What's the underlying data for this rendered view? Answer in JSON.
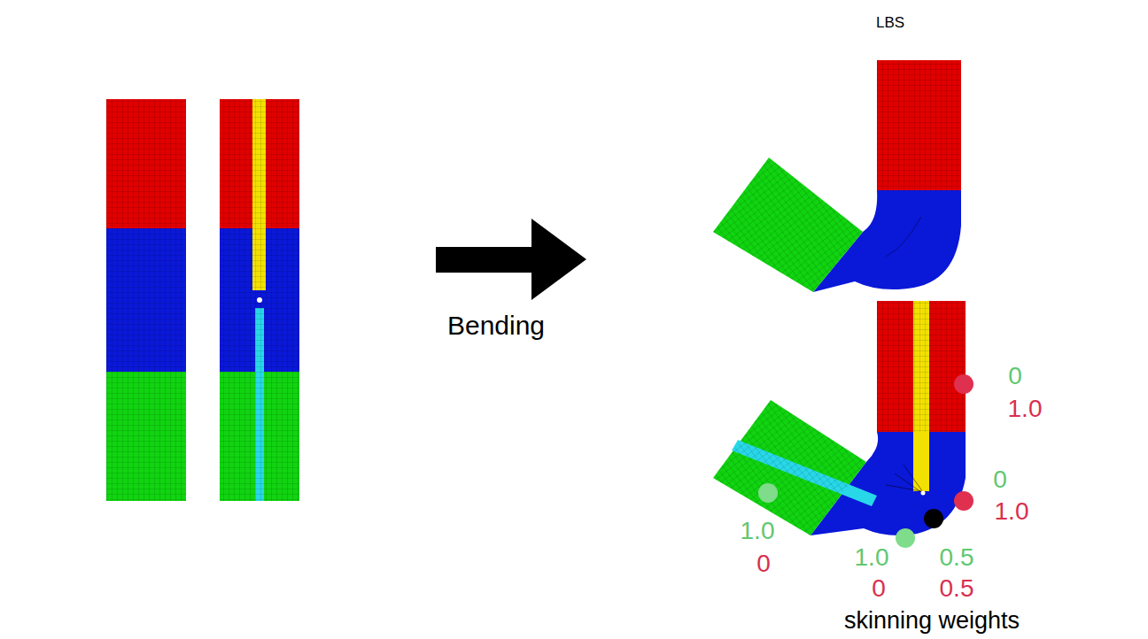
{
  "diagram": {
    "labels": [
      "LBS",
      "Bending",
      "0",
      "1.0",
      "0",
      "1.0",
      "1.0",
      "0",
      "1.0",
      "0",
      "0.5",
      "0.5",
      "skinning weights"
    ]
  }
}
